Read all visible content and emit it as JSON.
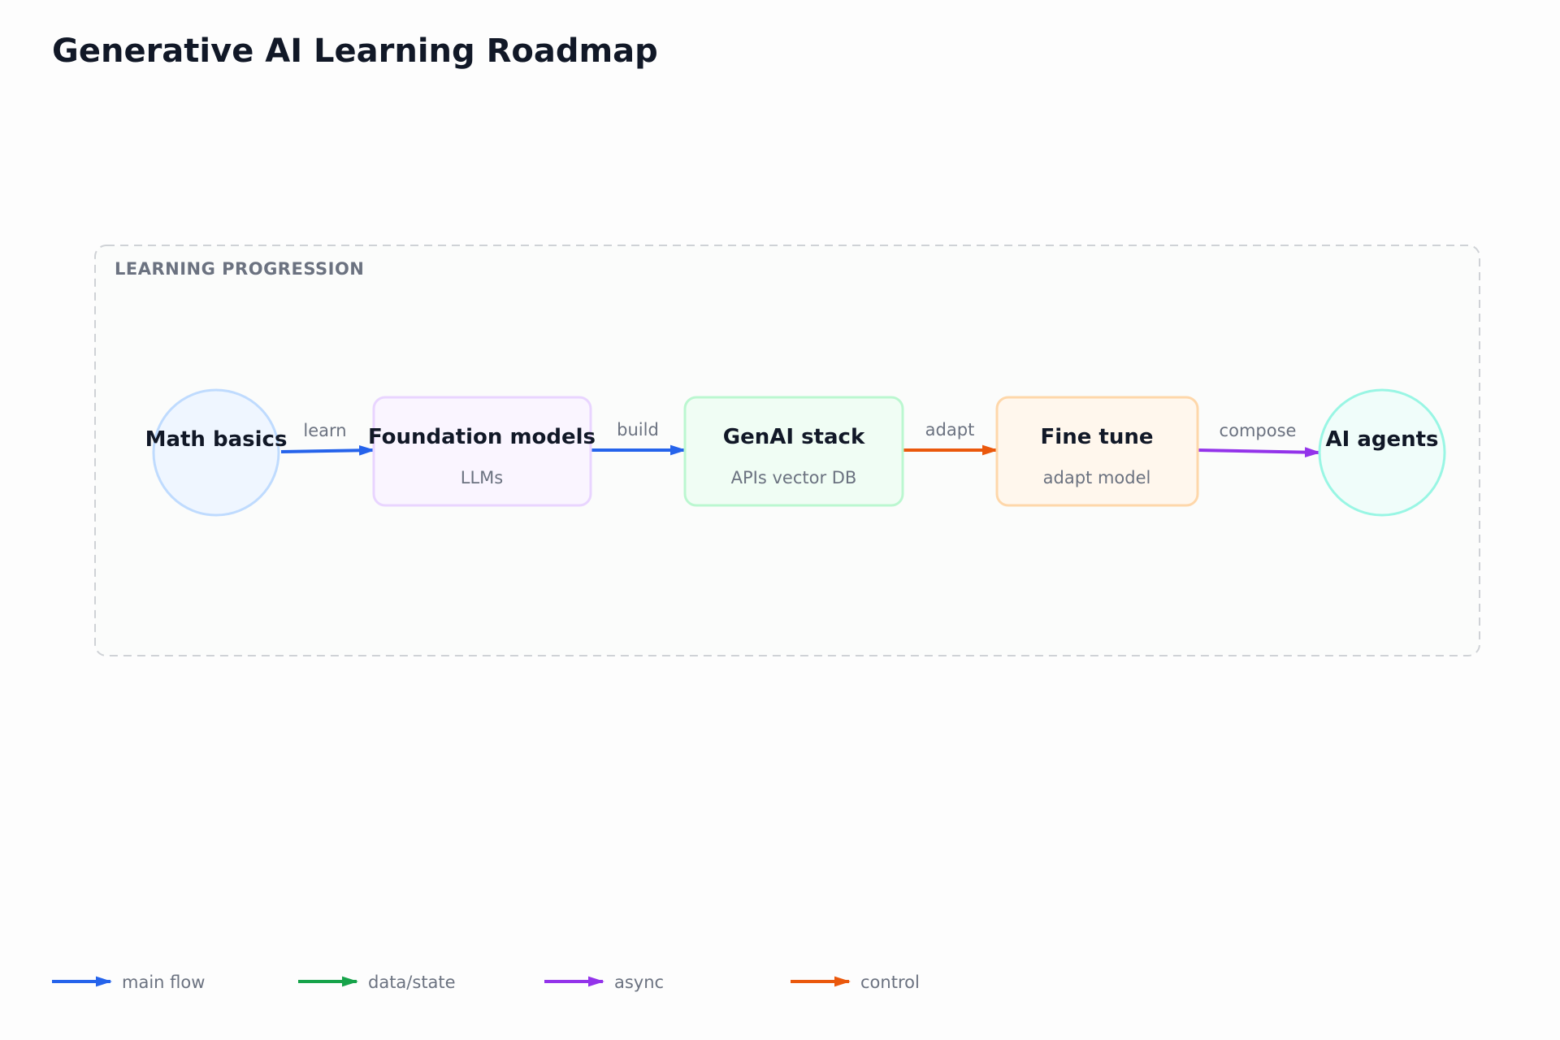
{
  "title": "Generative AI Learning Roadmap",
  "group": {
    "label": "LEARNING PROGRESSION"
  },
  "colors": {
    "main_flow": "#2563eb",
    "data_state": "#16a34a",
    "async": "#9333ea",
    "control": "#ea580c"
  },
  "nodes": [
    {
      "id": "math",
      "shape": "circle",
      "title": "Math basics",
      "subtitle": "",
      "fill": "#eff6ff",
      "stroke": "#bfdbfe"
    },
    {
      "id": "foundation",
      "shape": "rect",
      "title": "Foundation models",
      "subtitle": "LLMs",
      "fill": "#faf5ff",
      "stroke": "#e9d5ff"
    },
    {
      "id": "genai",
      "shape": "rect",
      "title": "GenAI stack",
      "subtitle": "APIs vector DB",
      "fill": "#f0fdf4",
      "stroke": "#bbf7d0"
    },
    {
      "id": "finetune",
      "shape": "rect",
      "title": "Fine tune",
      "subtitle": "adapt model",
      "fill": "#fff7ed",
      "stroke": "#fed7aa"
    },
    {
      "id": "agents",
      "shape": "circle",
      "title": "AI agents",
      "subtitle": "",
      "fill": "#f0fdfa",
      "stroke": "#99f6e4"
    }
  ],
  "edges": [
    {
      "from": "math",
      "to": "foundation",
      "label": "learn",
      "kind": "main_flow"
    },
    {
      "from": "foundation",
      "to": "genai",
      "label": "build",
      "kind": "main_flow"
    },
    {
      "from": "genai",
      "to": "finetune",
      "label": "adapt",
      "kind": "control"
    },
    {
      "from": "finetune",
      "to": "agents",
      "label": "compose",
      "kind": "async"
    }
  ],
  "legend": [
    {
      "kind": "main_flow",
      "label": "main flow"
    },
    {
      "kind": "data_state",
      "label": "data/state"
    },
    {
      "kind": "async",
      "label": "async"
    },
    {
      "kind": "control",
      "label": "control"
    }
  ]
}
